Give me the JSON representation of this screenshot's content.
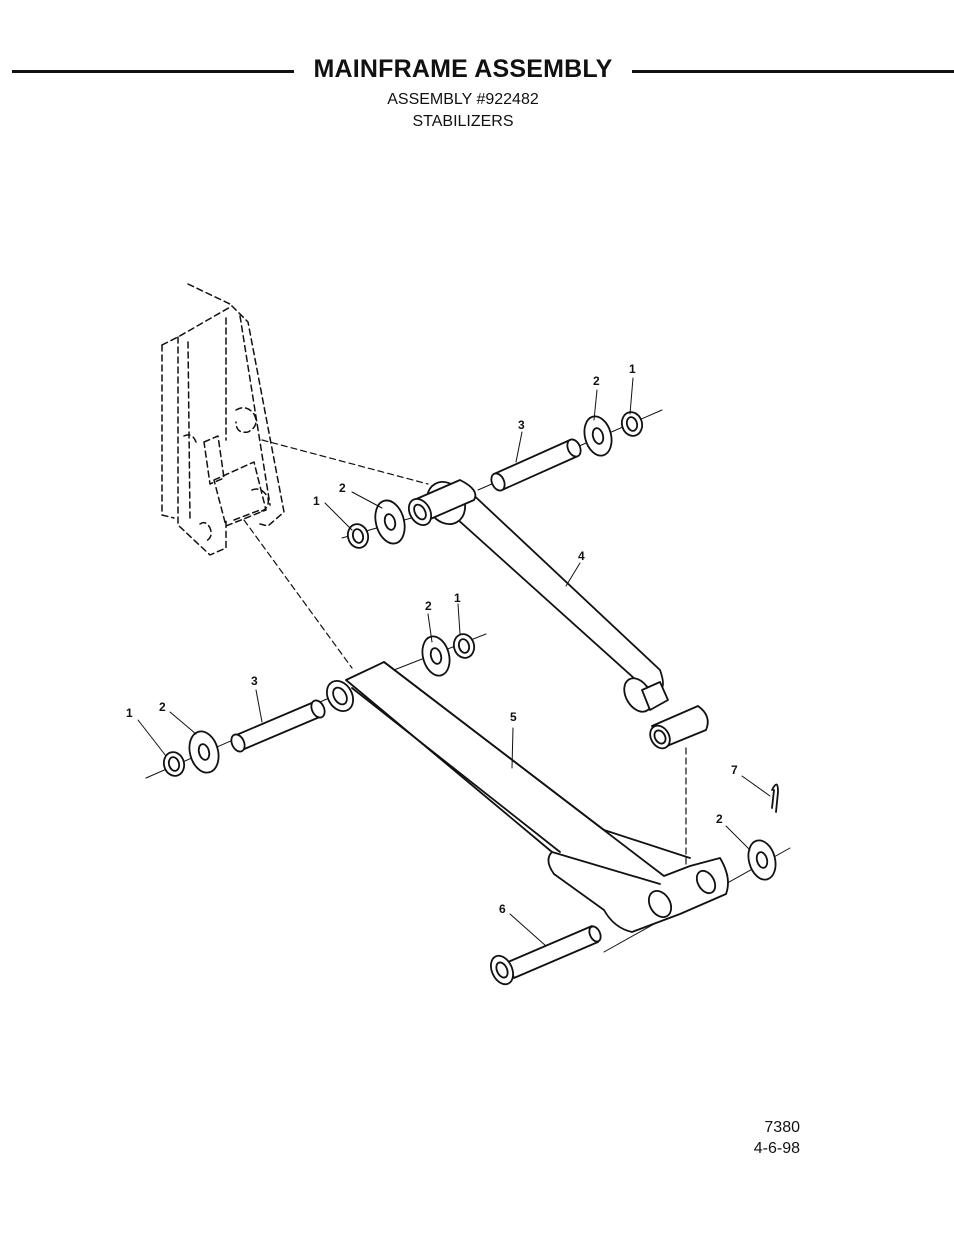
{
  "header": {
    "title": "MAINFRAME ASSEMBLY",
    "assembly_number": "ASSEMBLY #922482",
    "subassembly": "STABILIZERS"
  },
  "footer": {
    "page_number": "7380",
    "date": "4-6-98"
  },
  "callouts": {
    "c1a": "1",
    "c2a": "2",
    "c3a": "3",
    "c1b": "1",
    "c2b": "2",
    "c4": "4",
    "c2c": "2",
    "c1c": "1",
    "c3b": "3",
    "c1d": "1",
    "c2d": "2",
    "c5": "5",
    "c7": "7",
    "c2e": "2",
    "c6": "6"
  }
}
